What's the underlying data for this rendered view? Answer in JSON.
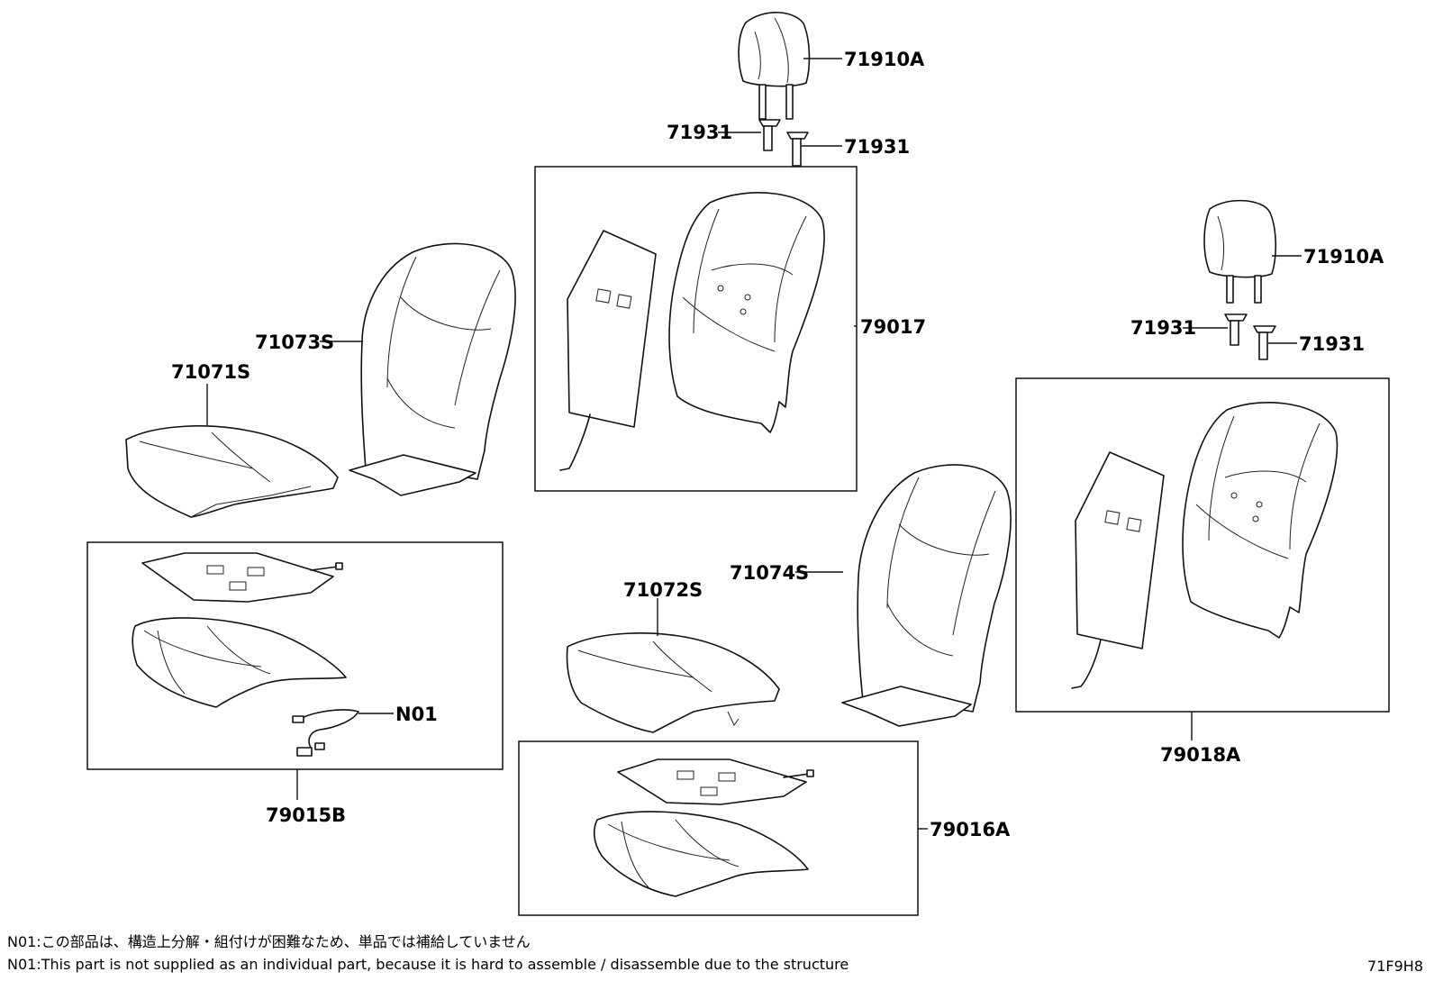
{
  "labels": {
    "hr_top": "71910A",
    "guide_top_left": "71931",
    "guide_top_right": "71931",
    "frame_top": "79017",
    "back_cover_left": "71073S",
    "cushion_cover_left": "71071S",
    "hr_right": "71910A",
    "guide_right_left": "71931",
    "guide_right_right": "71931",
    "back_cover_right": "71074S",
    "cushion_cover_right": "71072S",
    "pad_left": "79015B",
    "n01": "N01",
    "pad_mid": "79016A",
    "frame_right": "79018A"
  },
  "notes": {
    "jp": "N01:この部品は、構造上分解・組付けが困難なため、単品では補給していません",
    "en": "N01:This part is not supplied as an individual part, because it is hard to assemble / disassemble due to the structure"
  },
  "figure_code": "71F9H8"
}
